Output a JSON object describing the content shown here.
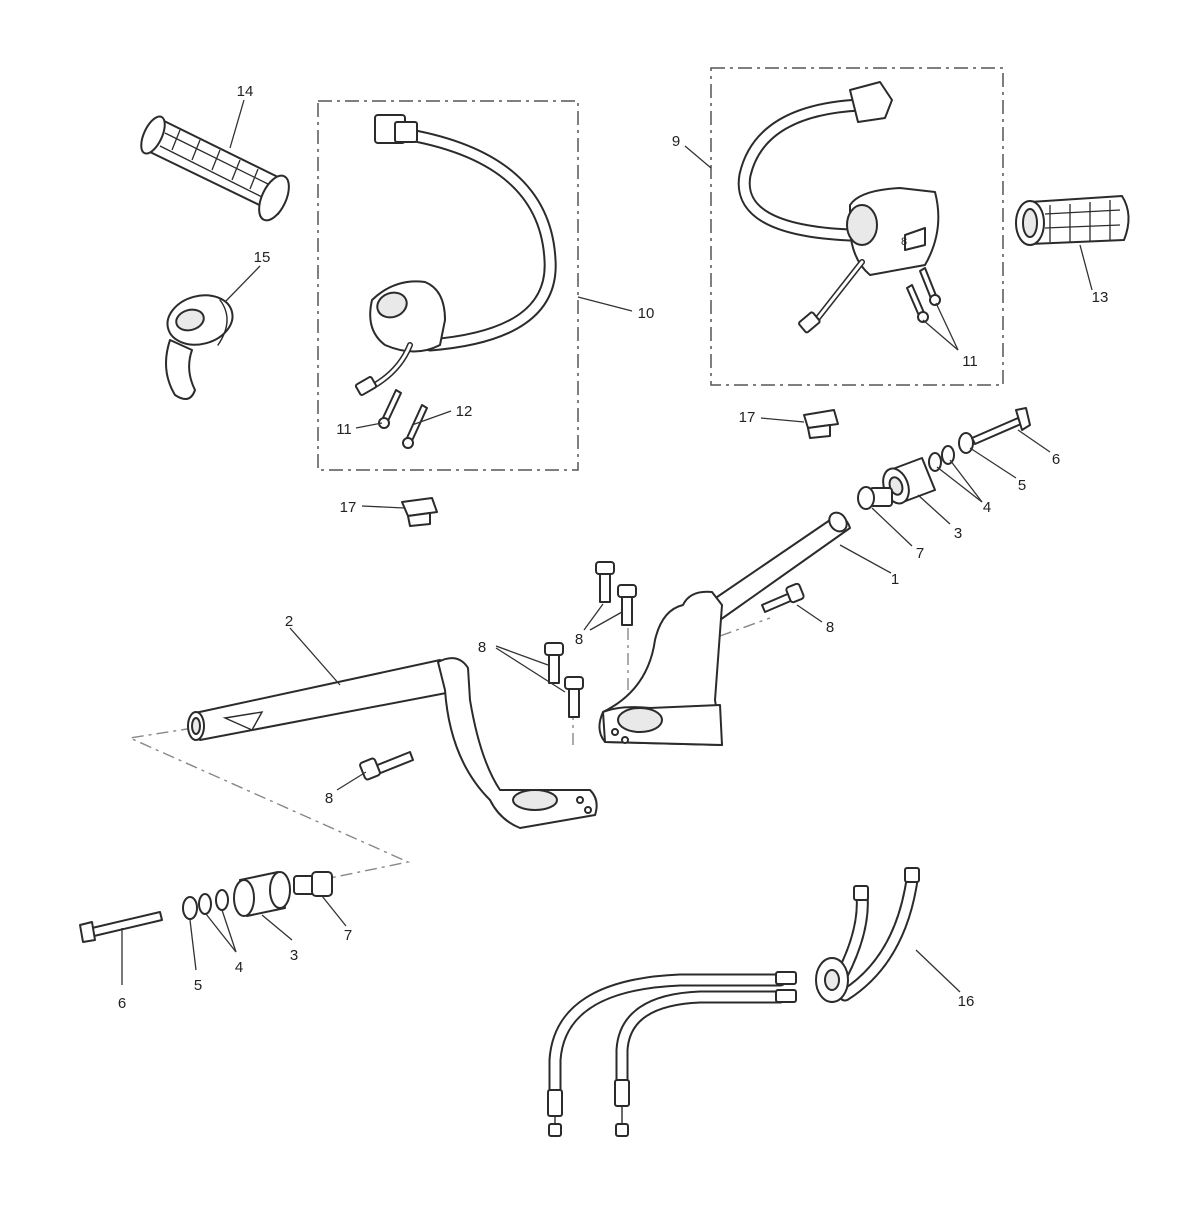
{
  "callouts": {
    "c1": "1",
    "c2": "2",
    "c3a": "3",
    "c3b": "3",
    "c4a": "4",
    "c4b": "4",
    "c5a": "5",
    "c5b": "5",
    "c6a": "6",
    "c6b": "6",
    "c7a": "7",
    "c7b": "7",
    "c8a": "8",
    "c8b": "8",
    "c8c": "8",
    "c8d": "8",
    "c8e": "8",
    "c9": "9",
    "c10": "10",
    "c11a": "11",
    "c11b": "11",
    "c12": "12",
    "c13": "13",
    "c14": "14",
    "c15": "15",
    "c16": "16",
    "c17a": "17",
    "c17b": "17"
  }
}
